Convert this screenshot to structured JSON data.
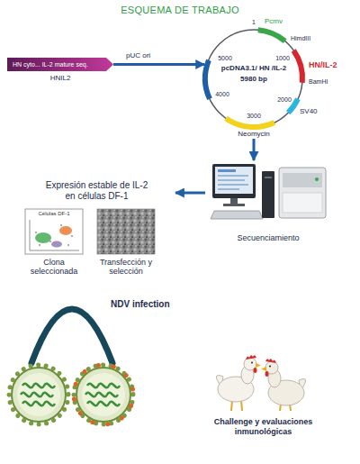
{
  "diagram": {
    "title": "ESQUEMA DE TRABAJO",
    "nodes": [
      {
        "text": [
          "HN cyto... IL-2 mature seq.",
          "HNIL2"
        ]
      },
      {
        "text": [
          "pcDNA3.1/ HN /IL-2",
          "5980 bp"
        ]
      },
      {
        "text": [
          "Secuenciamiento"
        ]
      },
      {
        "text": [
          "Expresión estable de IL-2 en células DF-1"
        ]
      },
      {
        "text": [
          "Células DF-1",
          "Clona seleccionada"
        ],
        "in": 3
      },
      {
        "text": [
          "Transfección y selección"
        ],
        "in": 3
      },
      {
        "text": [
          "NDV infection"
        ]
      },
      {
        "text": [
          "Challenge y evaluaciones inmunológicas"
        ]
      }
    ],
    "edges": [
      {
        "from": 0,
        "to": 1,
        "arrow": "to"
      },
      {
        "from": 1,
        "to": 2,
        "arrow": "to"
      },
      {
        "from": 2,
        "to": 3,
        "arrow": "to"
      }
    ],
    "labels": [
      "pUC ori",
      "1",
      "Pcmv",
      "HimdIII",
      "HN/IL-2",
      "BamHI",
      "1000",
      "2000",
      "3000",
      "4000",
      "5000",
      "SV40",
      "Neomycin"
    ]
  }
}
